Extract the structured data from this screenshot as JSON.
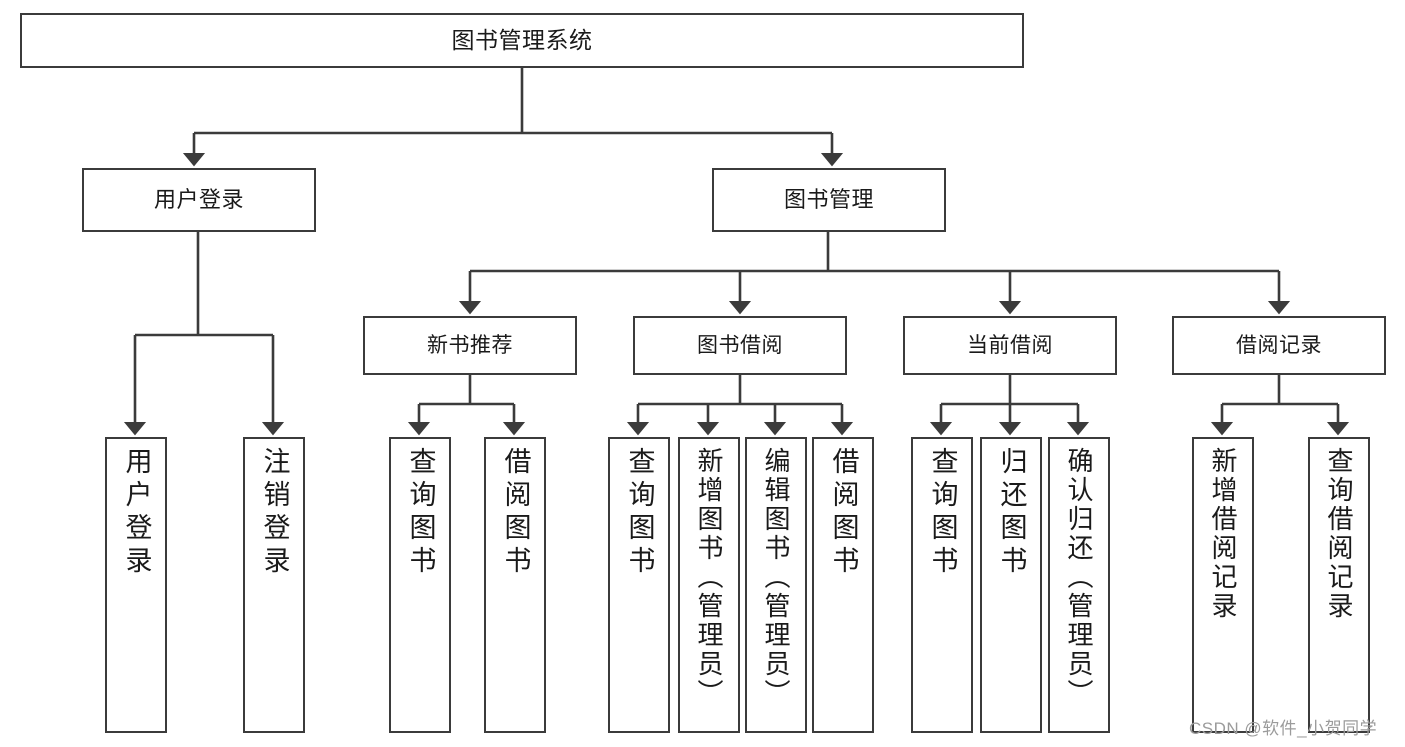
{
  "diagram": {
    "type": "tree-hierarchy",
    "title": "图书管理系统",
    "root": {
      "id": "root",
      "label": "图书管理系统"
    },
    "level2": [
      {
        "id": "user-login",
        "label": "用户登录"
      },
      {
        "id": "book-manage",
        "label": "图书管理"
      }
    ],
    "level3": [
      {
        "id": "new-book-recommend",
        "label": "新书推荐",
        "parent": "book-manage"
      },
      {
        "id": "book-borrow",
        "label": "图书借阅",
        "parent": "book-manage"
      },
      {
        "id": "current-borrow",
        "label": "当前借阅",
        "parent": "book-manage"
      },
      {
        "id": "borrow-record",
        "label": "借阅记录",
        "parent": "book-manage"
      }
    ],
    "leaves": [
      {
        "id": "leaf-user-login",
        "label": "用户登录",
        "parent": "user-login"
      },
      {
        "id": "leaf-logout-login",
        "label": "注销登录",
        "parent": "user-login"
      },
      {
        "id": "leaf-query-book-1",
        "label": "查询图书",
        "parent": "new-book-recommend"
      },
      {
        "id": "leaf-borrow-book-1",
        "label": "借阅图书",
        "parent": "new-book-recommend"
      },
      {
        "id": "leaf-query-book-2",
        "label": "查询图书",
        "parent": "book-borrow"
      },
      {
        "id": "leaf-add-book",
        "label": "新增图书（管理员）",
        "parent": "book-borrow"
      },
      {
        "id": "leaf-edit-book",
        "label": "编辑图书（管理员）",
        "parent": "book-borrow"
      },
      {
        "id": "leaf-borrow-book-2",
        "label": "借阅图书",
        "parent": "book-borrow"
      },
      {
        "id": "leaf-query-book-3",
        "label": "查询图书",
        "parent": "current-borrow"
      },
      {
        "id": "leaf-return-book",
        "label": "归还图书",
        "parent": "current-borrow"
      },
      {
        "id": "leaf-confirm-return",
        "label": "确认归还（管理员）",
        "parent": "current-borrow"
      },
      {
        "id": "leaf-add-record",
        "label": "新增借阅记录",
        "parent": "borrow-record"
      },
      {
        "id": "leaf-query-record",
        "label": "查询借阅记录",
        "parent": "borrow-record"
      }
    ],
    "colors": {
      "box_border": "#3b3b3b",
      "box_fill": "#ffffff",
      "connector": "#3b3b3b",
      "text": "#1a1a1a",
      "watermark": "#9b9b9b",
      "background": "#ffffff"
    }
  },
  "watermark": {
    "text": "CSDN @软件_小贺同学"
  }
}
